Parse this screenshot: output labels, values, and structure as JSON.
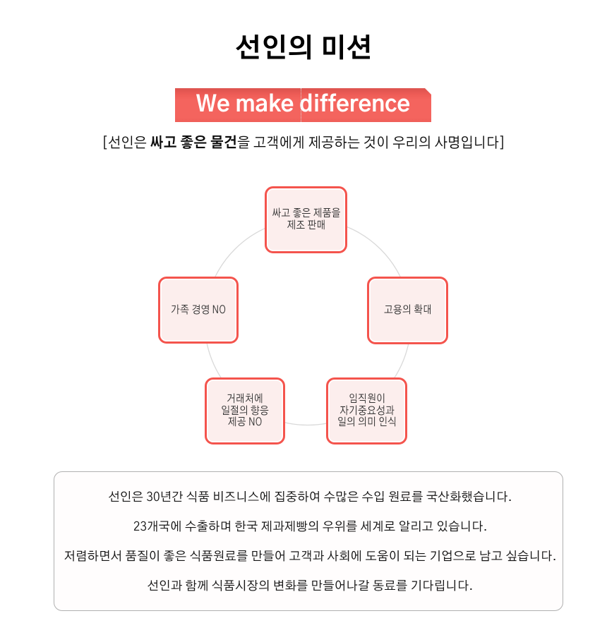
{
  "title": "선인의 미션",
  "banner": {
    "label": "We make difference",
    "color": "#f4645e"
  },
  "subtitle": {
    "prefix": "[선인은 ",
    "bold": "싸고 좋은 물건",
    "suffix": "을 고객에게 제공하는 것이 우리의 사명입니다]"
  },
  "diagram": {
    "nodes": [
      {
        "id": "product",
        "text": "싸고 좋은 제품을\n제조 판매"
      },
      {
        "id": "employment",
        "text": "고용의 확대"
      },
      {
        "id": "recognition",
        "text": "임직원이\n자기중요성과\n일의 의미 인식"
      },
      {
        "id": "no-entertainment",
        "text": "거래처에\n일절의 향응\n제공 NO"
      },
      {
        "id": "no-family-management",
        "text": "가족 경영 NO"
      }
    ]
  },
  "mission": {
    "lines": [
      "선인은 30년간 식품 비즈니스에 집중하여 수많은 수입 원료를 국산화했습니다.",
      "23개국에 수출하며 한국 제과제빵의 우위를 세계로 알리고 있습니다.",
      "저렴하면서 품질이 좋은 식품원료를 만들어 고객과 사회에 도움이 되는 기업으로 남고 싶습니다.",
      "선인과 함께 식품시장의 변화를 만들어나갈 동료를 기다립니다."
    ]
  },
  "colors": {
    "banner_red": "#f4645e",
    "node_border": "#f4564f",
    "node_fill": "#fceeed",
    "circle_line": "#d9d9d9",
    "panel_border": "#b0b0b0"
  }
}
